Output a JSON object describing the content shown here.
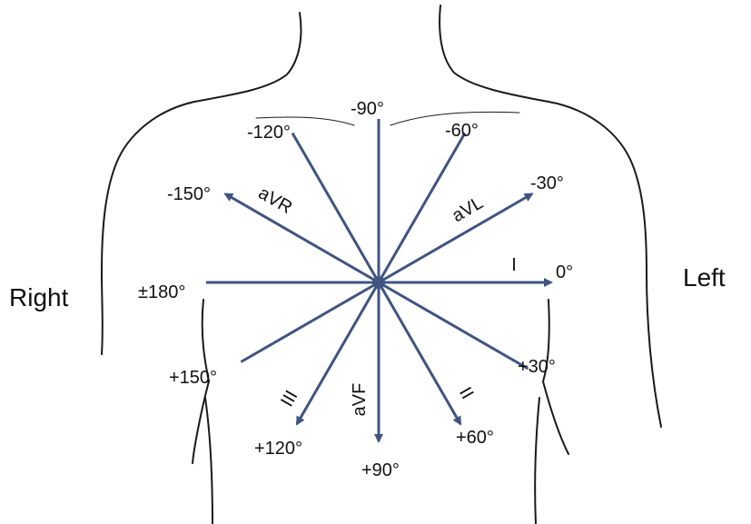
{
  "diagram": {
    "side_labels": {
      "right": "Right",
      "left": "Left"
    },
    "colors": {
      "axis": "#3f5480",
      "outline": "#1a1a1a",
      "text": "#111111"
    },
    "axes": [
      {
        "id": "0",
        "angle": 0,
        "label": "0°",
        "arrow": true,
        "lead": "I"
      },
      {
        "id": "30",
        "angle": 30,
        "label": "+30°",
        "arrow": false,
        "lead": ""
      },
      {
        "id": "60",
        "angle": 60,
        "label": "+60°",
        "arrow": true,
        "lead": "II"
      },
      {
        "id": "90",
        "angle": 90,
        "label": "+90°",
        "arrow": true,
        "lead": "aVF"
      },
      {
        "id": "120",
        "angle": 120,
        "label": "+120°",
        "arrow": true,
        "lead": "III"
      },
      {
        "id": "150",
        "angle": 150,
        "label": "+150°",
        "arrow": false,
        "lead": ""
      },
      {
        "id": "180",
        "angle": 180,
        "label": "±180°",
        "arrow": false,
        "lead": ""
      },
      {
        "id": "m150",
        "angle": -150,
        "label": "-150°",
        "arrow": true,
        "lead": "aVR"
      },
      {
        "id": "m120",
        "angle": -120,
        "label": "-120°",
        "arrow": false,
        "lead": ""
      },
      {
        "id": "m90",
        "angle": -90,
        "label": "-90°",
        "arrow": false,
        "lead": ""
      },
      {
        "id": "m60",
        "angle": -60,
        "label": "-60°",
        "arrow": false,
        "lead": ""
      },
      {
        "id": "m30",
        "angle": -30,
        "label": "-30°",
        "arrow": true,
        "lead": "aVL"
      }
    ]
  }
}
